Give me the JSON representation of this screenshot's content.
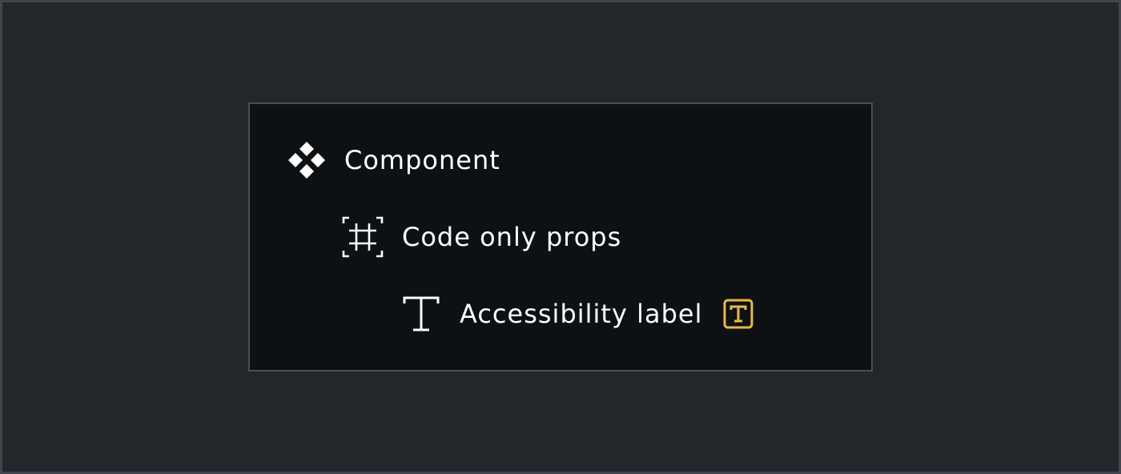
{
  "colors": {
    "outer_background": "#23272b",
    "panel_background": "#0e1114",
    "panel_border": "#4a4f55",
    "text": "#ffffff",
    "accent": "#e8b84a"
  },
  "layers": [
    {
      "icon": "component-icon",
      "label": "Component"
    },
    {
      "icon": "frame-icon",
      "label": "Code only props"
    },
    {
      "icon": "text-icon",
      "label": "Accessibility label",
      "badge_icon": "text-property-icon"
    }
  ]
}
